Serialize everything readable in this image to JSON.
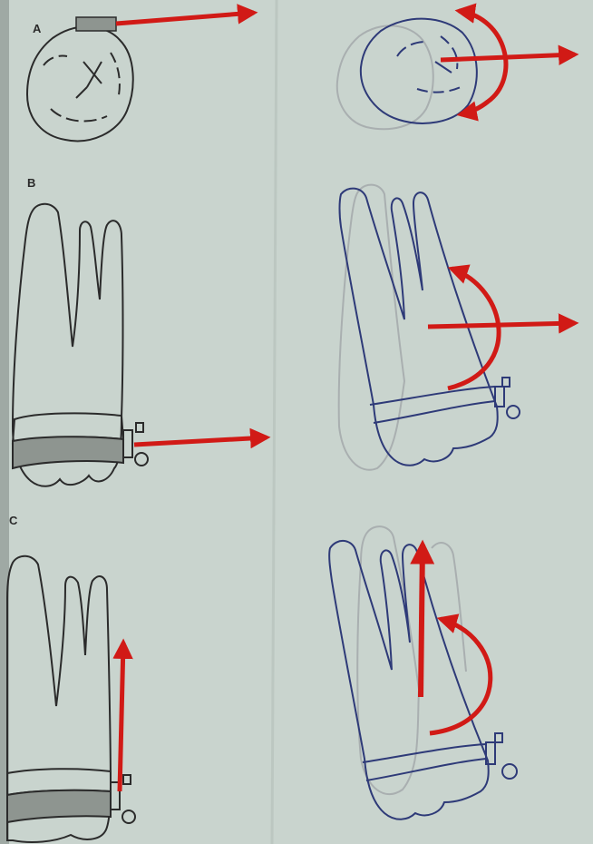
{
  "panels": [
    {
      "label": "A"
    },
    {
      "label": "B"
    },
    {
      "label": "C"
    }
  ],
  "colors": {
    "background": "#c9d4ce",
    "paper_shadow": "#b7c2bc",
    "outline_original": "#2b2b2b",
    "outline_displaced": "#2e3a78",
    "ghost_outline": "#a9afb0",
    "force_arrow": "#d11a16",
    "band_fill": "#8e9590"
  },
  "icons": {
    "force": "arrow-right-icon",
    "rotation": "curved-arrow-icon",
    "attachment": "bracket-hook-icon"
  }
}
